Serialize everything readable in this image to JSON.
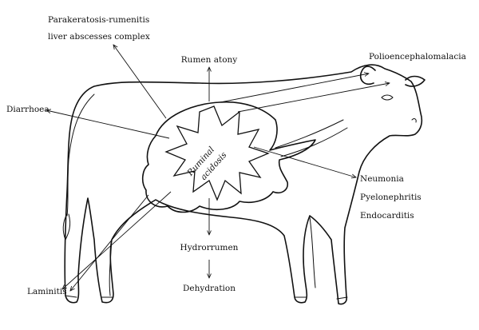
{
  "center_label": {
    "line1": "Ruminal",
    "line2": "acidosis"
  },
  "labels": {
    "parakeratosis_line1": "Parakeratosis-rumenitis",
    "parakeratosis_line2": "liver abscesses complex",
    "rumen_atony": "Rumen atony",
    "polioencephalomalacia": "Polioencephalomalacia",
    "diarrhoea": "Diarrhoea",
    "neumonia": "Neumonia",
    "pyelonephritis": "Pyelonephritis",
    "endocarditis": "Endocarditis",
    "hydrorrumen": "Hydrorrumen",
    "dehydration": "Dehydration",
    "laminitis": "Laminitis"
  },
  "colors": {
    "line": "#111111",
    "background": "#ffffff"
  }
}
